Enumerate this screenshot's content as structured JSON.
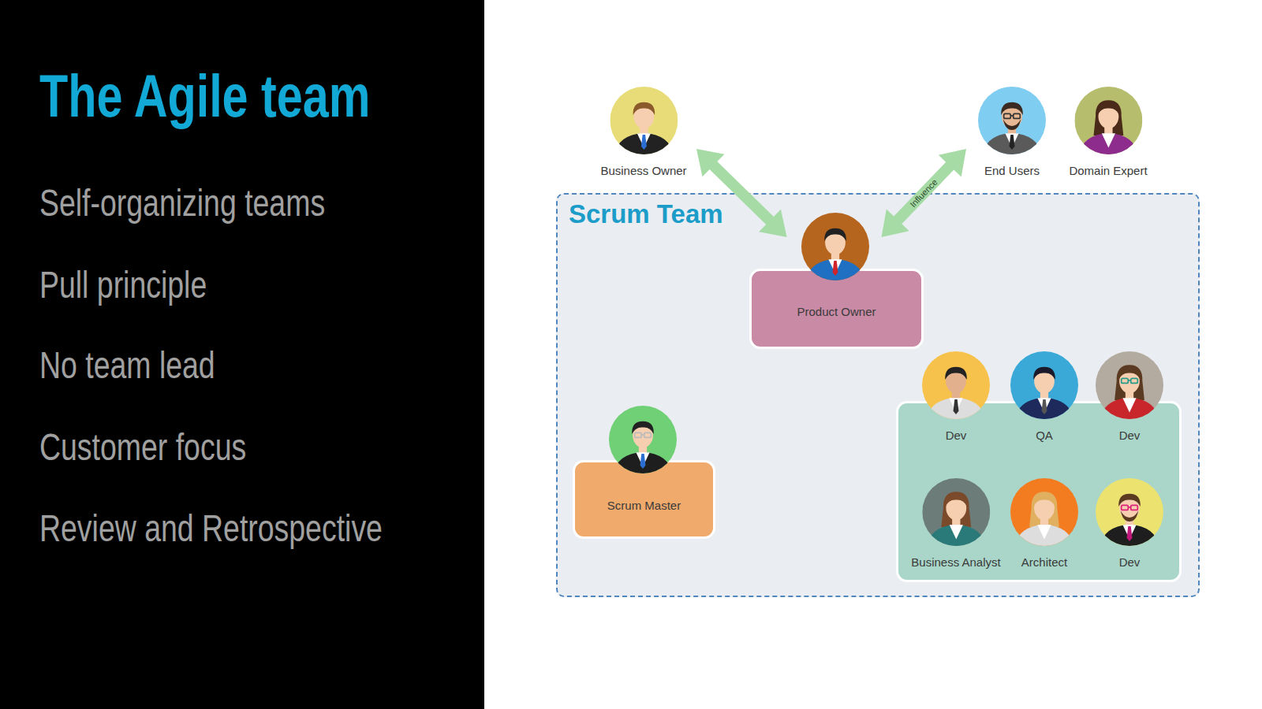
{
  "diagram": {
    "title": "The Agile team",
    "nodes": [
      {
        "text": [
          "Business Owner"
        ]
      },
      {
        "text": [
          "End Users"
        ]
      },
      {
        "text": [
          "Domain Expert"
        ]
      },
      {
        "text": [
          "Scrum Team"
        ]
      },
      {
        "text": [
          "Product Owner"
        ],
        "in": 3
      },
      {
        "text": [
          "Scrum Master"
        ],
        "in": 3
      },
      {
        "text": [],
        "in": 3
      },
      {
        "text": [
          "Dev"
        ],
        "in": 6
      },
      {
        "text": [
          "QA"
        ],
        "in": 6
      },
      {
        "text": [
          "Dev"
        ],
        "in": 6
      },
      {
        "text": [
          "Business Analyst"
        ],
        "in": 6
      },
      {
        "text": [
          "Architect"
        ],
        "in": 6
      },
      {
        "text": [
          "Dev"
        ],
        "in": 6
      }
    ],
    "edges": [
      {
        "from": 0,
        "to": 4,
        "arrow": "both"
      },
      {
        "from": 1,
        "to": 4,
        "label": "Influence",
        "arrow": "both"
      }
    ],
    "labels": [
      "Self-organizing teams",
      "Pull principle",
      "No team lead",
      "Customer focus",
      "Review and Retrospective"
    ]
  }
}
